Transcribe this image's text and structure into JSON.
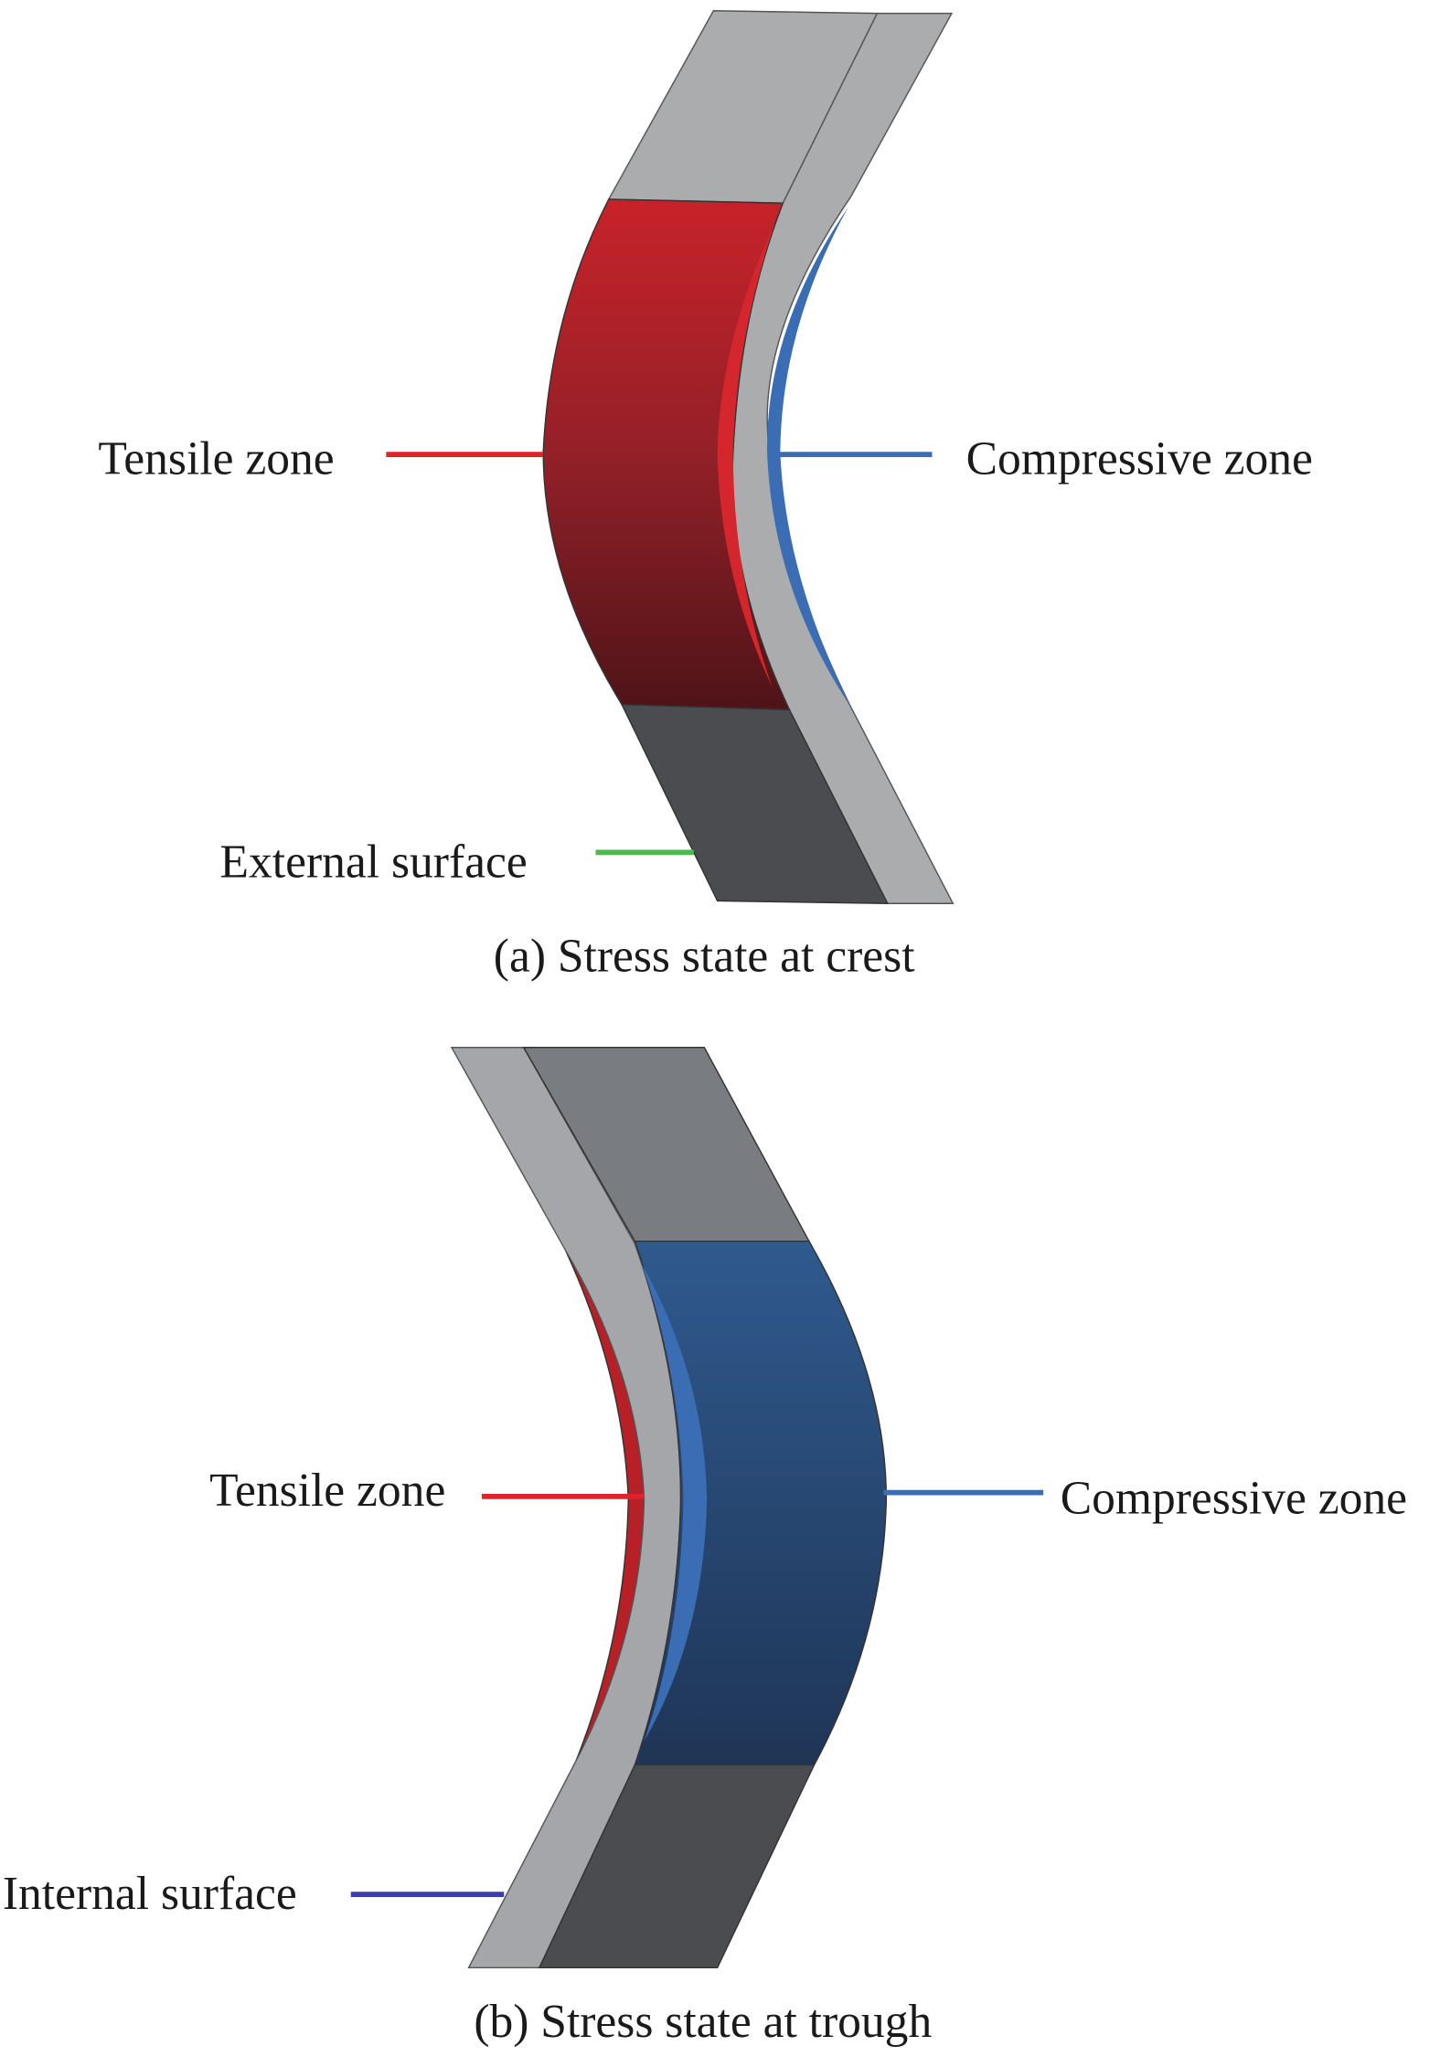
{
  "figure_a": {
    "caption": "(a) Stress state at crest",
    "labels": {
      "tensile": "Tensile zone",
      "compressive": "Compressive zone",
      "external": "External surface"
    }
  },
  "figure_b": {
    "caption": "(b) Stress state at trough",
    "labels": {
      "tensile": "Tensile zone",
      "compressive": "Compressive zone",
      "internal": "Internal surface"
    }
  },
  "colors": {
    "tensile": "#e0232a",
    "compressive": "#3a6db3",
    "external": "#4cba4a",
    "internal": "#3a3ea8"
  }
}
